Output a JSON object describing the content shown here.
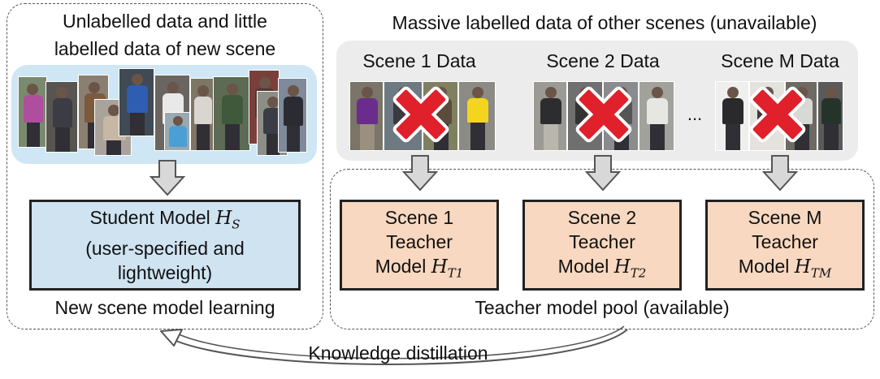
{
  "left_panel": {
    "title_line1": "Unlabelled data and little",
    "title_line2": "labelled data of new scene",
    "student_model": {
      "line1": "Student Model ",
      "symbol": "H",
      "subscript": "S",
      "line2": "(user-specified and",
      "line3": "lightweight)"
    },
    "caption": "New scene model learning"
  },
  "right_panel": {
    "title": "Massive labelled data of other scenes (unavailable)",
    "scenes": [
      {
        "label": "Scene 1 Data"
      },
      {
        "label": "Scene 2 Data"
      },
      {
        "label": "Scene M Data"
      }
    ],
    "ellipsis": "...",
    "teachers": [
      {
        "line1": "Scene 1",
        "line2": "Teacher",
        "line3": "Model ",
        "symbol": "H",
        "subscript": "T1"
      },
      {
        "line1": "Scene 2",
        "line2": "Teacher",
        "line3": "Model ",
        "symbol": "H",
        "subscript": "T2"
      },
      {
        "line1": "Scene M",
        "line2": "Teacher",
        "line3": "Model ",
        "symbol": "H",
        "subscript": "TM"
      }
    ],
    "caption": "Teacher model pool (available)"
  },
  "bottom": {
    "arrow_label": "Knowledge distillation"
  },
  "colors": {
    "student_fill": "#cfe3f1",
    "teacher_fill": "#f8d8c0",
    "cross_red": "#e0202a",
    "image_strip": "#cfe6f4",
    "grey_panel": "#ececec"
  }
}
